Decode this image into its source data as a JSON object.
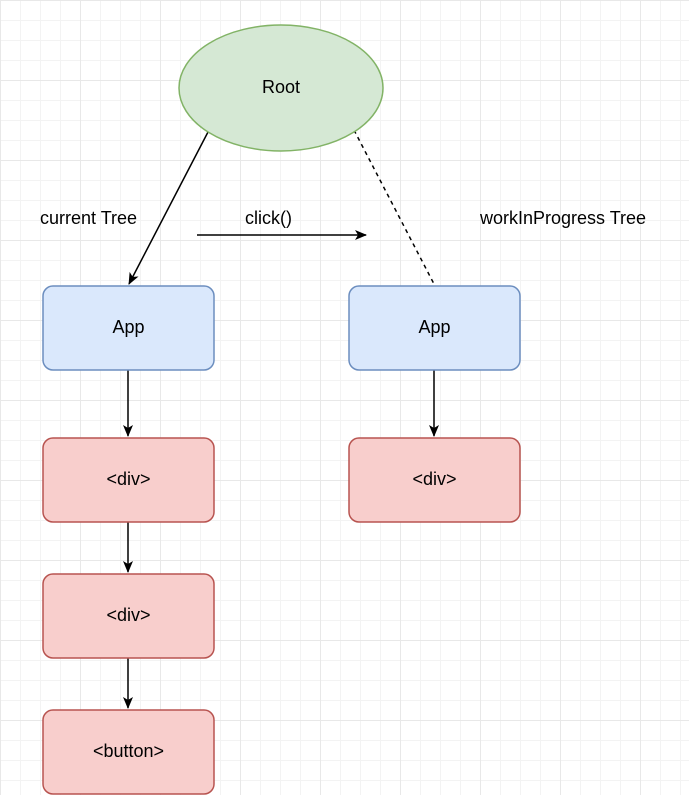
{
  "root": {
    "label": "Root"
  },
  "current_tree": {
    "label": "current Tree",
    "nodes": [
      "App",
      "<div>",
      "<div>",
      "<button>"
    ]
  },
  "work_in_progress_tree": {
    "label": "workInProgress Tree",
    "nodes": [
      "App",
      "<div>"
    ]
  },
  "action": {
    "label": "click()"
  },
  "colors": {
    "ellipse_fill": "#d5e8d4",
    "ellipse_stroke": "#82b366",
    "component_fill": "#dae8fc",
    "component_stroke": "#6c8ebf",
    "element_fill": "#f8cecc",
    "element_stroke": "#b85450",
    "edge": "#000000"
  }
}
